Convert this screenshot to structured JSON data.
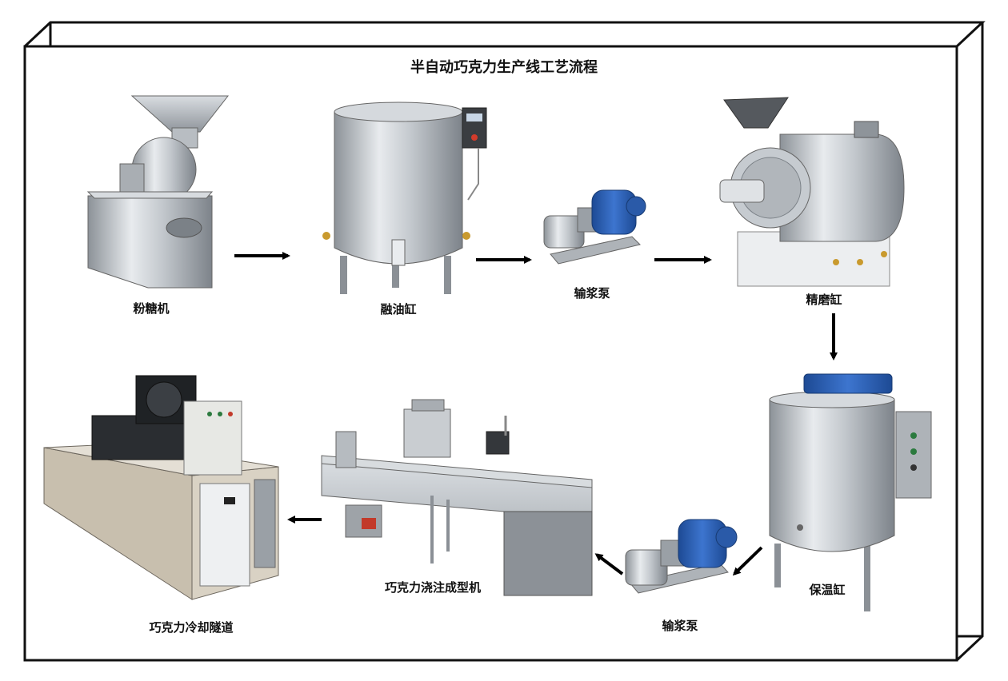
{
  "diagram": {
    "title": "半自动巧克力生产线工艺流程",
    "steps": [
      {
        "label": "粉糖机",
        "icon": "sugar-grinder-machine-icon"
      },
      {
        "label": "融油缸",
        "icon": "melting-tank-icon"
      },
      {
        "label": "输浆泵",
        "icon": "slurry-pump-icon"
      },
      {
        "label": "精磨缸",
        "icon": "refining-conche-icon"
      },
      {
        "label": "保温缸",
        "icon": "holding-tank-icon"
      },
      {
        "label": "输浆泵",
        "icon": "slurry-pump-icon"
      },
      {
        "label": "巧克力浇注成型机",
        "icon": "chocolate-depositing-molding-machine-icon"
      },
      {
        "label": "巧克力冷却隧道",
        "icon": "chocolate-cooling-tunnel-icon"
      }
    ],
    "colors": {
      "steel": "#b9bec4",
      "pump_blue": "#2c5fb3",
      "arrow": "#000000",
      "frame": "#111111"
    }
  }
}
